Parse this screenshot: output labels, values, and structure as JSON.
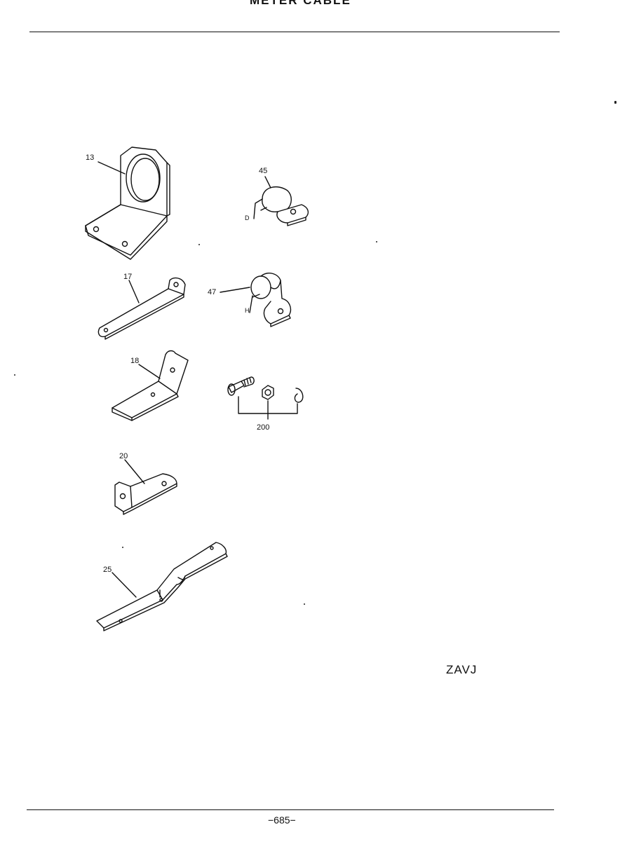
{
  "header": {
    "title": "METER CABLE"
  },
  "parts": {
    "p13": "13",
    "p45": "45",
    "p45_dim": "D",
    "p17": "17",
    "p47": "47",
    "p47_dim": "H",
    "p18": "18",
    "p200": "200",
    "p20": "20",
    "p25": "25"
  },
  "code": "ZAVJ",
  "page_number": "−685−"
}
